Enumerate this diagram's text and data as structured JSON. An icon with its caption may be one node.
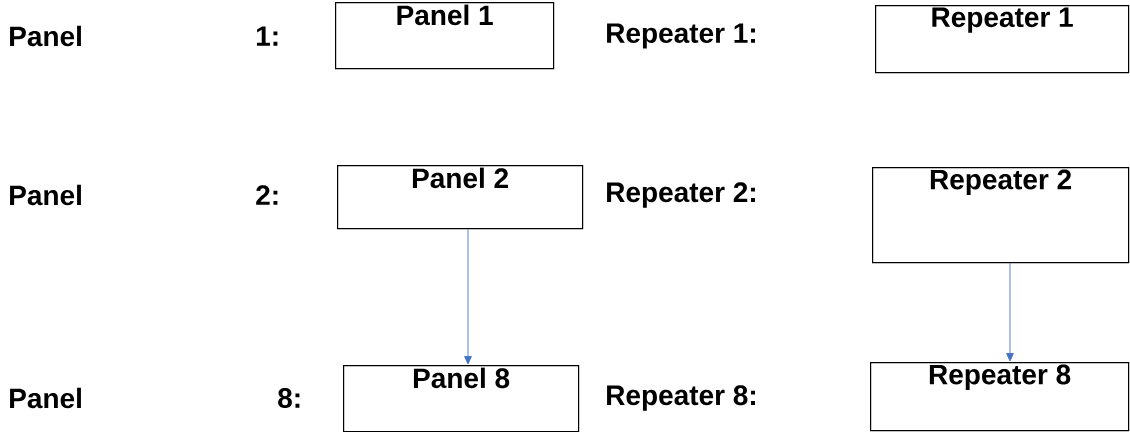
{
  "diagram": {
    "nodes": [
      {
        "text": [
          "Panel 1"
        ]
      },
      {
        "text": [
          "Repeater 1"
        ]
      },
      {
        "text": [
          "Panel 2"
        ]
      },
      {
        "text": [
          "Repeater 2"
        ]
      },
      {
        "text": [
          "Panel 8"
        ]
      },
      {
        "text": [
          "Repeater 8"
        ]
      }
    ],
    "edges": [
      {
        "from": 2,
        "to": 4,
        "arrow": "to",
        "color": "#4472c4"
      },
      {
        "from": 3,
        "to": 5,
        "arrow": "to",
        "color": "#4472c4"
      }
    ],
    "labels": [
      "Panel",
      "1:",
      "Repeater 1:",
      "Panel",
      "2:",
      "Repeater 2:",
      "Panel",
      "8:",
      "Repeater 8:"
    ]
  }
}
